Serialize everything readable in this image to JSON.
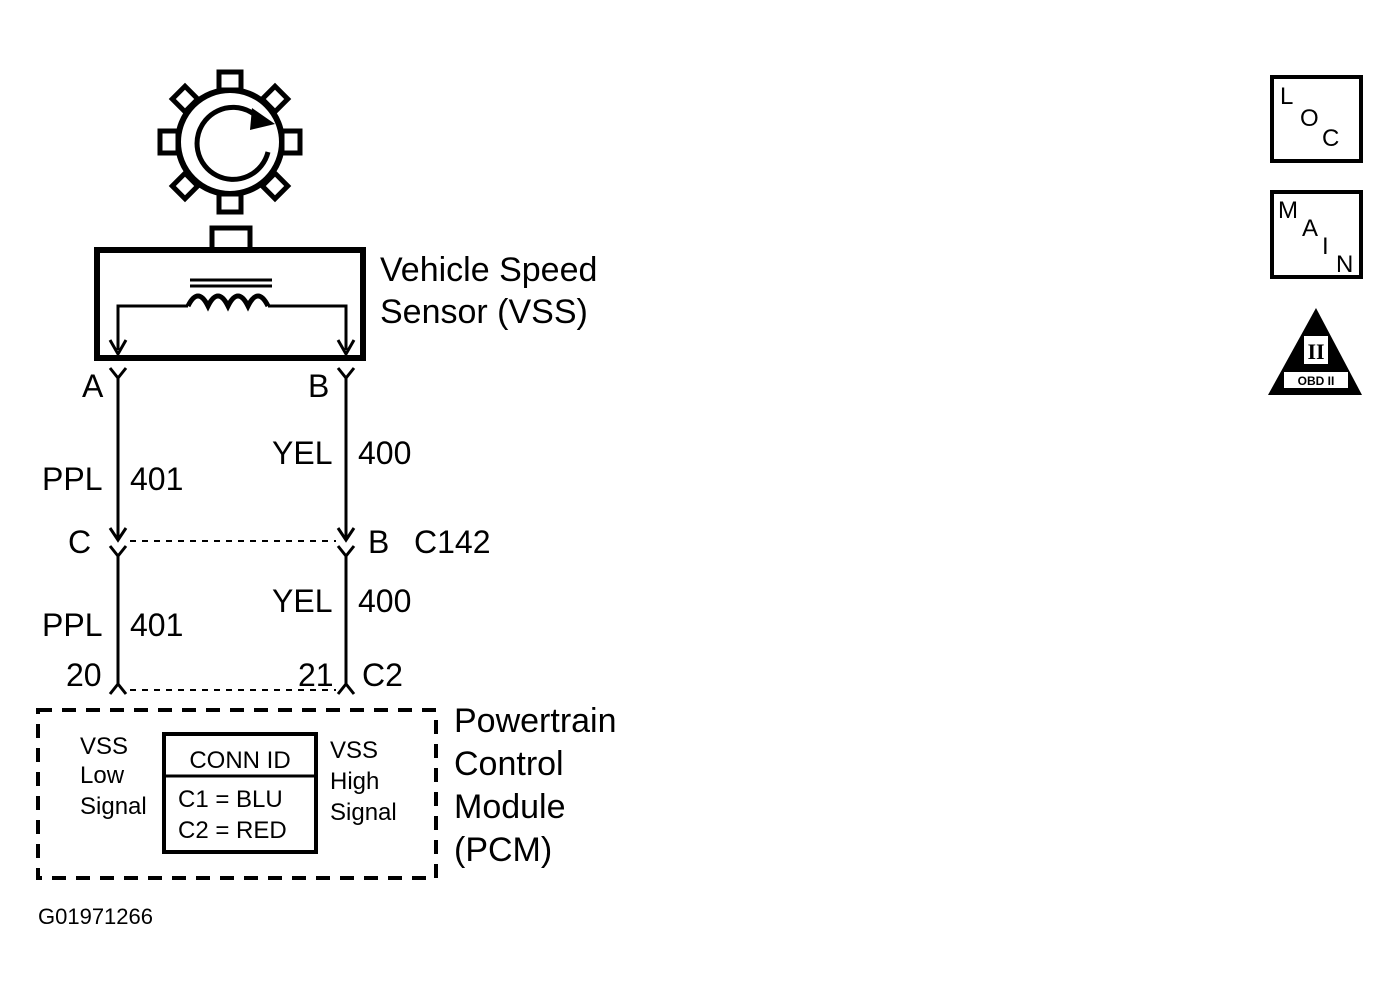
{
  "sensor": {
    "name_line1": "Vehicle Speed",
    "name_line2": "Sensor (VSS)",
    "terminal_a": "A",
    "terminal_b": "B"
  },
  "wires": {
    "left_upper": {
      "color": "PPL",
      "circuit": "401"
    },
    "right_upper": {
      "color": "YEL",
      "circuit": "400"
    },
    "left_lower": {
      "color": "PPL",
      "circuit": "401"
    },
    "right_lower": {
      "color": "YEL",
      "circuit": "400"
    }
  },
  "connector_c142": {
    "left_pin": "C",
    "right_pin": "B",
    "name": "C142"
  },
  "pcm_connector": {
    "left_pin": "20",
    "right_pin": "21",
    "name": "C2"
  },
  "pcm": {
    "name_line1": "Powertrain",
    "name_line2": "Control",
    "name_line3": "Module",
    "name_line4": "(PCM)",
    "low_signal_line1": "VSS",
    "low_signal_line2": "Low",
    "low_signal_line3": "Signal",
    "high_signal_line1": "VSS",
    "high_signal_line2": "High",
    "high_signal_line3": "Signal",
    "conn_id_title": "CONN ID",
    "conn_id_c1": "C1 = BLU",
    "conn_id_c2": "C2 = RED"
  },
  "side_icons": {
    "loc": {
      "l": "L",
      "o": "O",
      "c": "C"
    },
    "main": {
      "m": "M",
      "a": "A",
      "i": "I",
      "n": "N"
    },
    "obd": {
      "numeral": "II",
      "label": "OBD II"
    }
  },
  "figure_id": "G01971266"
}
